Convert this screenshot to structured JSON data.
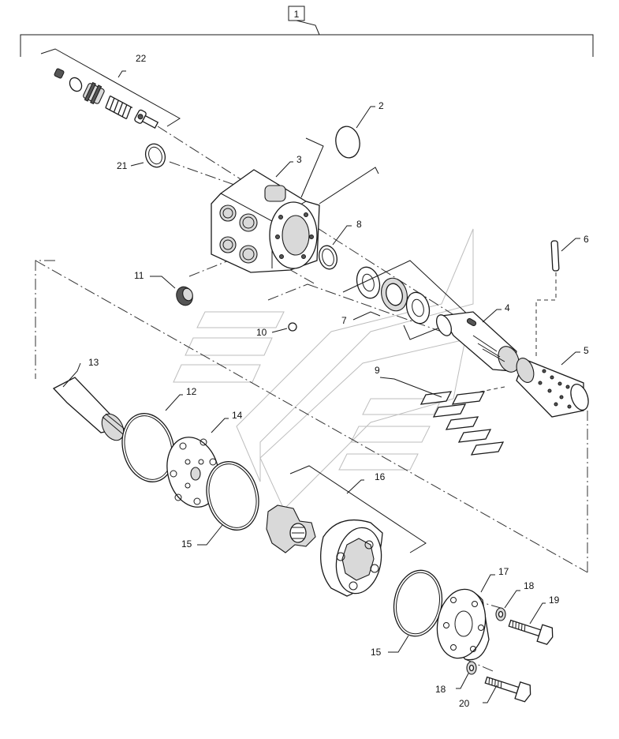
{
  "diagram": {
    "assembly_label": "1",
    "callouts": {
      "c2": "2",
      "c3": "3",
      "c4": "4",
      "c5": "5",
      "c6": "6",
      "c7": "7",
      "c8": "8",
      "c9": "9",
      "c10": "10",
      "c11": "11",
      "c12": "12",
      "c13": "13",
      "c14": "14",
      "c15a": "15",
      "c15b": "15",
      "c16": "16",
      "c17": "17",
      "c18a": "18",
      "c18b": "18",
      "c19": "19",
      "c20": "20",
      "c21": "21",
      "c22": "22"
    }
  }
}
